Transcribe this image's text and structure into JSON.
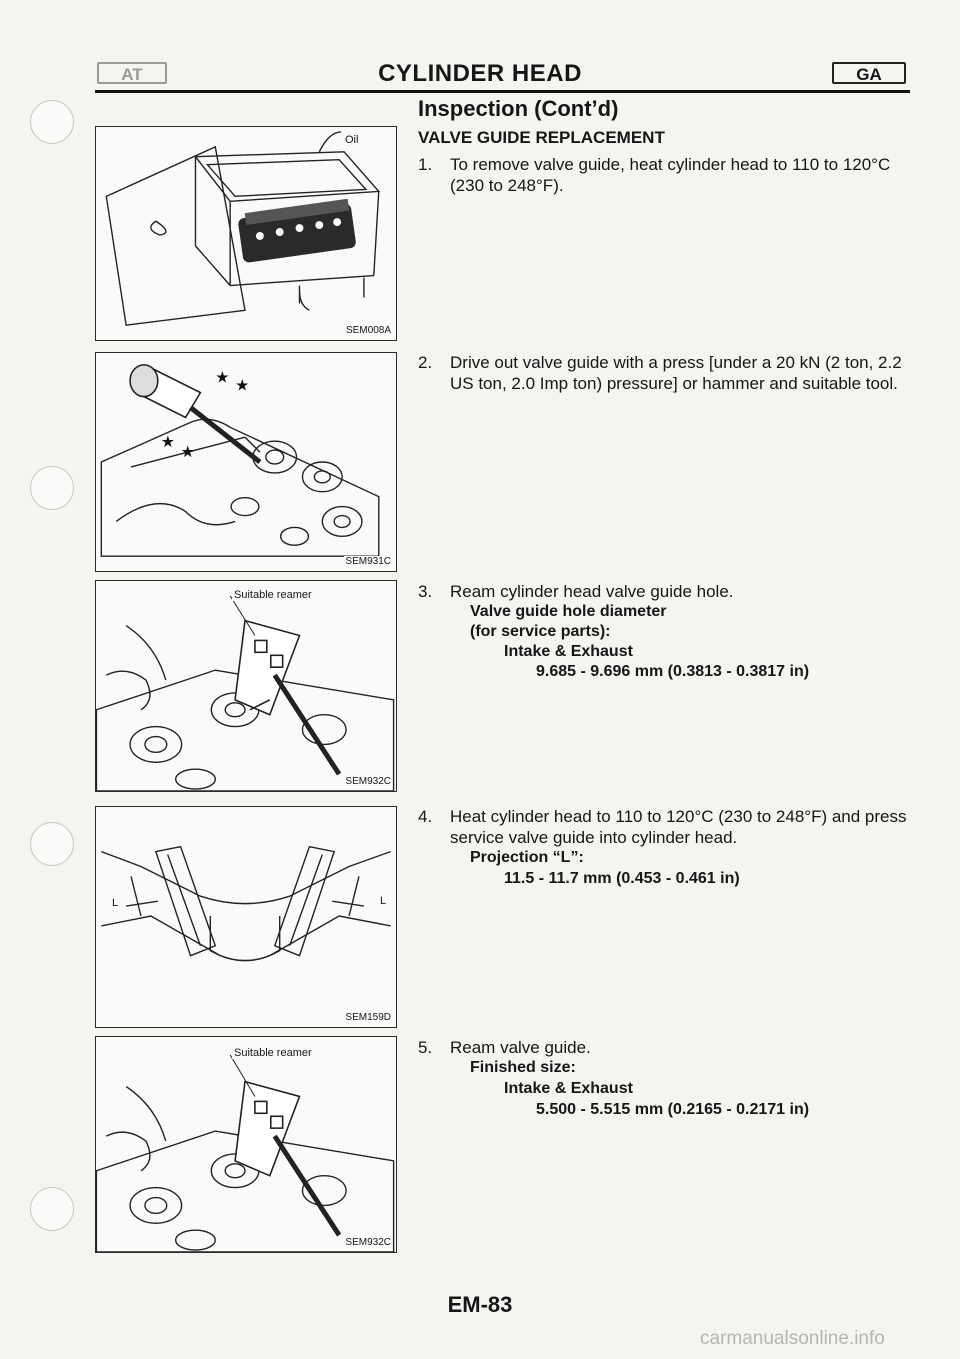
{
  "header": {
    "badge_left": "AT",
    "title": "CYLINDER HEAD",
    "badge_right": "GA"
  },
  "section_title": "Inspection (Cont’d)",
  "subsection_title": "VALVE GUIDE REPLACEMENT",
  "figures": [
    {
      "code": "SEM008A",
      "label": "Oil"
    },
    {
      "code": "SEM931C"
    },
    {
      "code": "SEM932C",
      "label": "Suitable reamer"
    },
    {
      "code": "SEM159D",
      "label_left": "L",
      "label_right": "L"
    },
    {
      "code": "SEM932C",
      "label": "Suitable reamer"
    }
  ],
  "steps": [
    {
      "num": "1.",
      "text": "To remove valve guide, heat cylinder head to 110 to 120°C (230 to 248°F)."
    },
    {
      "num": "2.",
      "text": "Drive out valve guide with a press [under a 20 kN (2 ton, 2.2 US ton, 2.0 Imp ton) pressure] or hammer and suitable tool."
    },
    {
      "num": "3.",
      "text": "Ream cylinder head valve guide hole.",
      "spec_title": "Valve guide hole diameter",
      "spec_sub": "(for service parts):",
      "spec_name": "Intake & Exhaust",
      "spec_value": "9.685 - 9.696 mm (0.3813 - 0.3817 in)"
    },
    {
      "num": "4.",
      "text": "Heat cylinder head to 110 to 120°C (230 to 248°F) and press service valve guide into cylinder head.",
      "spec_title": "Projection “L”:",
      "spec_value": "11.5 - 11.7 mm (0.453 - 0.461 in)"
    },
    {
      "num": "5.",
      "text": "Ream valve guide.",
      "spec_title": "Finished size:",
      "spec_name": "Intake & Exhaust",
      "spec_value": "5.500 - 5.515 mm (0.2165 - 0.2171 in)"
    }
  ],
  "page_number": "EM-83",
  "watermark": "carmanualsonline.info"
}
